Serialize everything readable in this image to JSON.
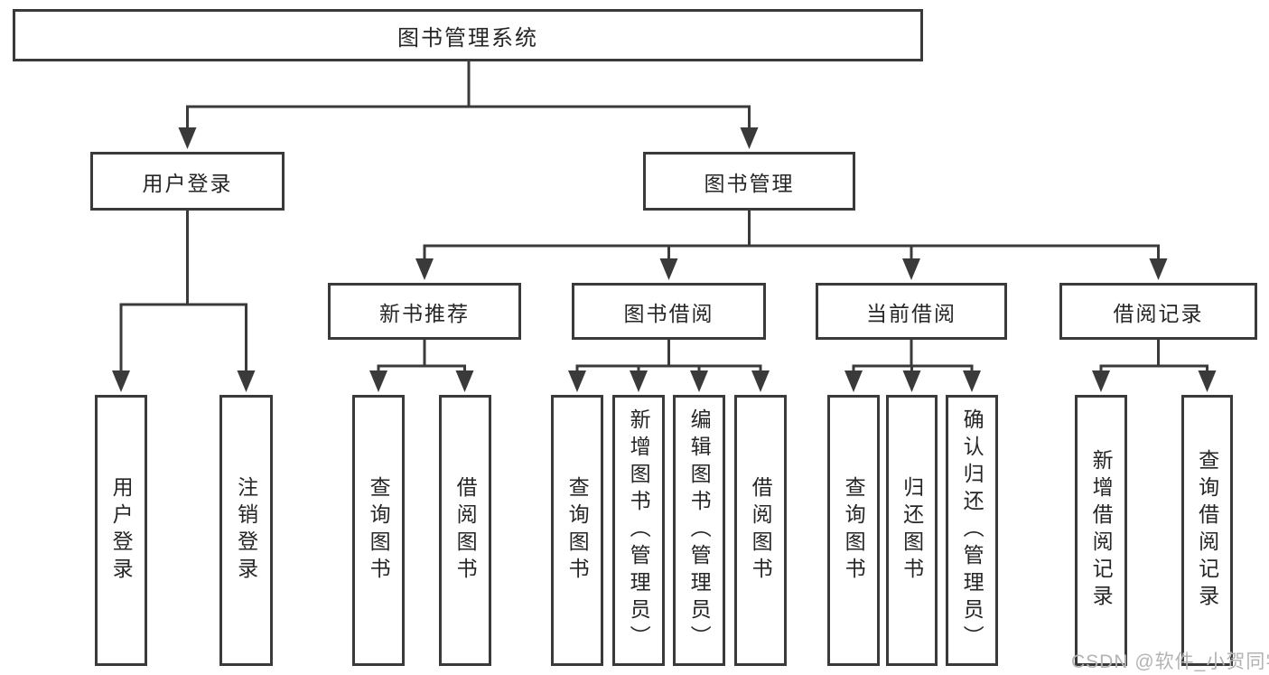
{
  "colors": {
    "background": "#ffffff",
    "line": "#3a3a3a",
    "box_border": "#3a3a3a",
    "text": "#262626",
    "watermark": "#b3b3b3"
  },
  "diagram": {
    "root": {
      "label": "图书管理系统"
    },
    "branches": [
      {
        "label": "用户登录",
        "leaves": [
          {
            "label": "用户登录"
          },
          {
            "label": "注销登录"
          }
        ]
      },
      {
        "label": "图书管理",
        "groups": [
          {
            "label": "新书推荐",
            "leaves": [
              {
                "label": "查询图书"
              },
              {
                "label": "借阅图书"
              }
            ]
          },
          {
            "label": "图书借阅",
            "leaves": [
              {
                "label": "查询图书"
              },
              {
                "label": "新增图书（管理员）"
              },
              {
                "label": "编辑图书（管理员）"
              },
              {
                "label": "借阅图书"
              }
            ]
          },
          {
            "label": "当前借阅",
            "leaves": [
              {
                "label": "查询图书"
              },
              {
                "label": "归还图书"
              },
              {
                "label": "确认归还（管理员）"
              }
            ]
          },
          {
            "label": "借阅记录",
            "leaves": [
              {
                "label": "新增借阅记录"
              },
              {
                "label": "查询借阅记录"
              }
            ]
          }
        ]
      }
    ]
  },
  "watermark": {
    "text": "CSDN @软件_小贺同学"
  }
}
